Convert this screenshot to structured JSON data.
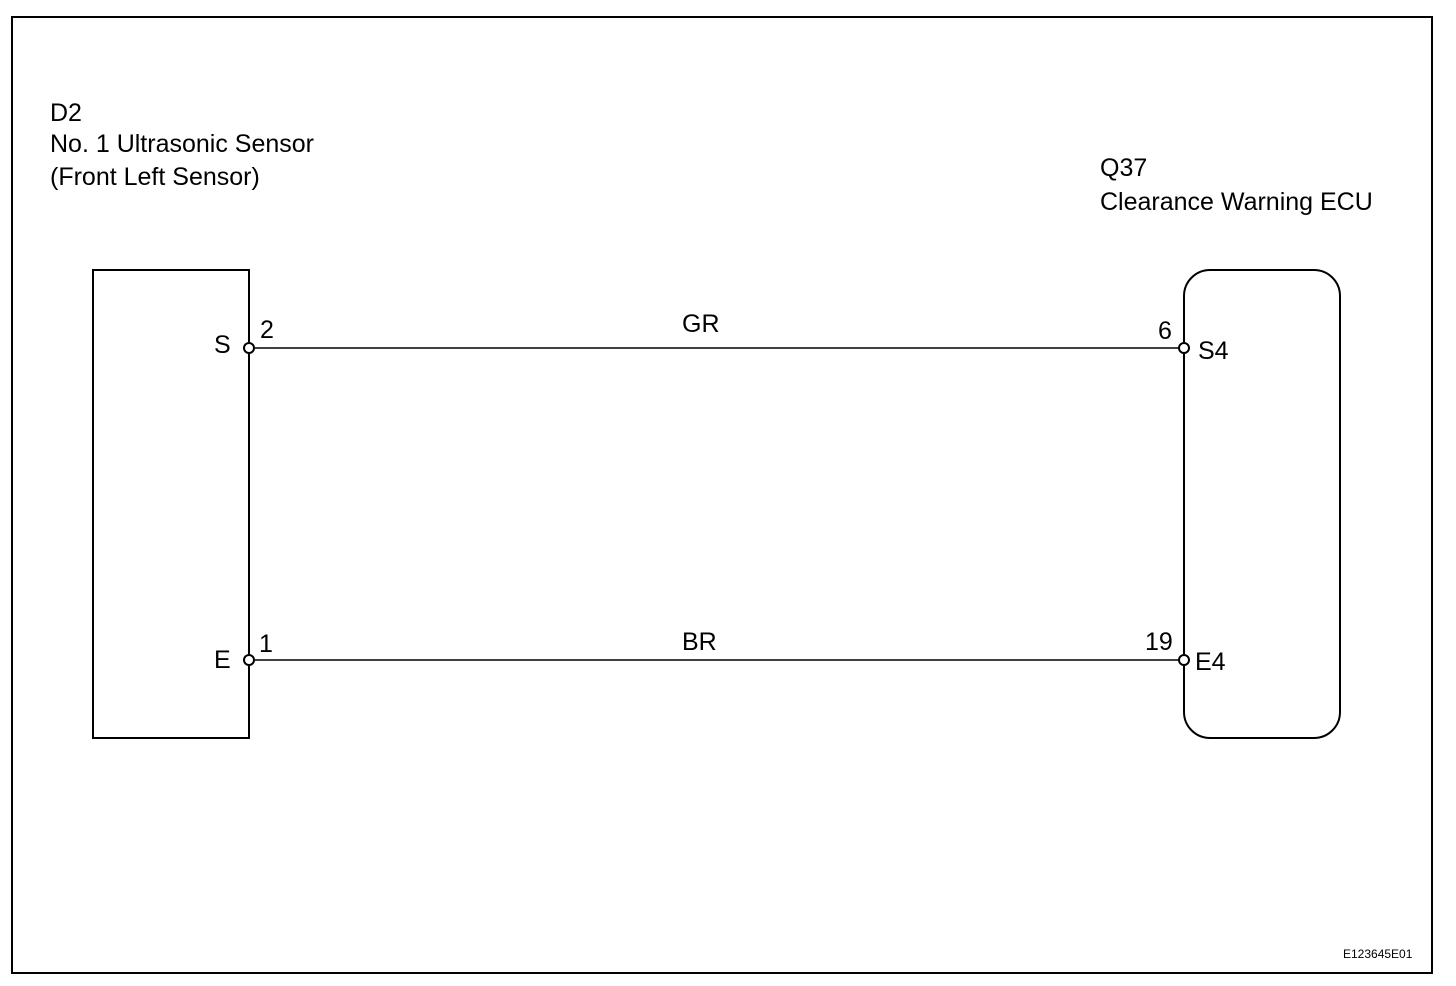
{
  "sensor": {
    "connector": "D2",
    "name": "No. 1 Ultrasonic Sensor",
    "position": "(Front Left Sensor)",
    "pins": [
      {
        "terminal": "S",
        "number": "2"
      },
      {
        "terminal": "E",
        "number": "1"
      }
    ]
  },
  "ecu": {
    "connector": "Q37",
    "name": "Clearance Warning ECU",
    "pins": [
      {
        "terminal": "S4",
        "number": "6"
      },
      {
        "terminal": "E4",
        "number": "19"
      }
    ]
  },
  "wires": [
    {
      "color_code": "GR"
    },
    {
      "color_code": "BR"
    }
  ],
  "figure_id": "E123645E01"
}
